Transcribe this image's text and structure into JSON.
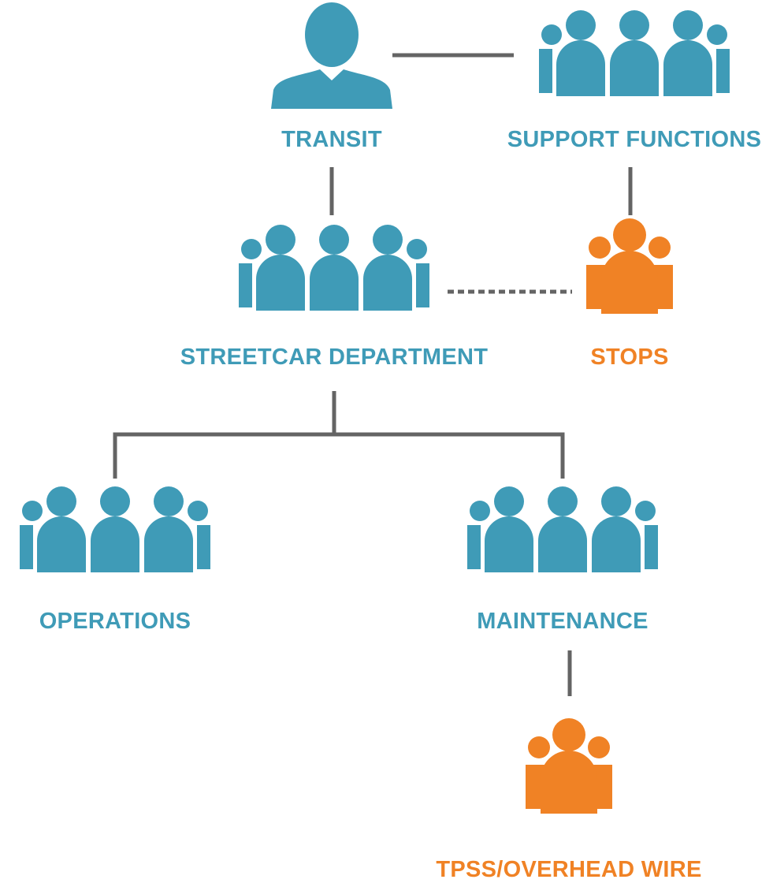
{
  "colors": {
    "blue": "#3f9bb7",
    "orange": "#f08225",
    "connector": "#646464"
  },
  "nodes": {
    "transit": {
      "label": "TRANSIT",
      "icon": "single-person-icon",
      "color": "blue"
    },
    "support": {
      "label": "SUPPORT FUNCTIONS",
      "icon": "group-icon",
      "color": "blue"
    },
    "streetcar": {
      "label": "STREETCAR DEPARTMENT",
      "icon": "group-icon",
      "color": "blue"
    },
    "stops": {
      "label": "STOPS",
      "icon": "small-group-icon",
      "color": "orange"
    },
    "operations": {
      "label": "OPERATIONS",
      "icon": "group-icon",
      "color": "blue"
    },
    "maintenance": {
      "label": "MAINTENANCE",
      "icon": "group-icon",
      "color": "blue"
    },
    "tpss": {
      "label": "TPSS/OVERHEAD WIRE",
      "icon": "small-group-icon",
      "color": "orange"
    }
  },
  "edges": [
    {
      "from": "transit",
      "to": "support",
      "style": "solid"
    },
    {
      "from": "transit",
      "to": "streetcar",
      "style": "solid"
    },
    {
      "from": "support",
      "to": "stops",
      "style": "solid"
    },
    {
      "from": "streetcar",
      "to": "stops",
      "style": "dotted"
    },
    {
      "from": "streetcar",
      "to": "operations",
      "style": "solid"
    },
    {
      "from": "streetcar",
      "to": "maintenance",
      "style": "solid"
    },
    {
      "from": "maintenance",
      "to": "tpss",
      "style": "solid"
    }
  ]
}
